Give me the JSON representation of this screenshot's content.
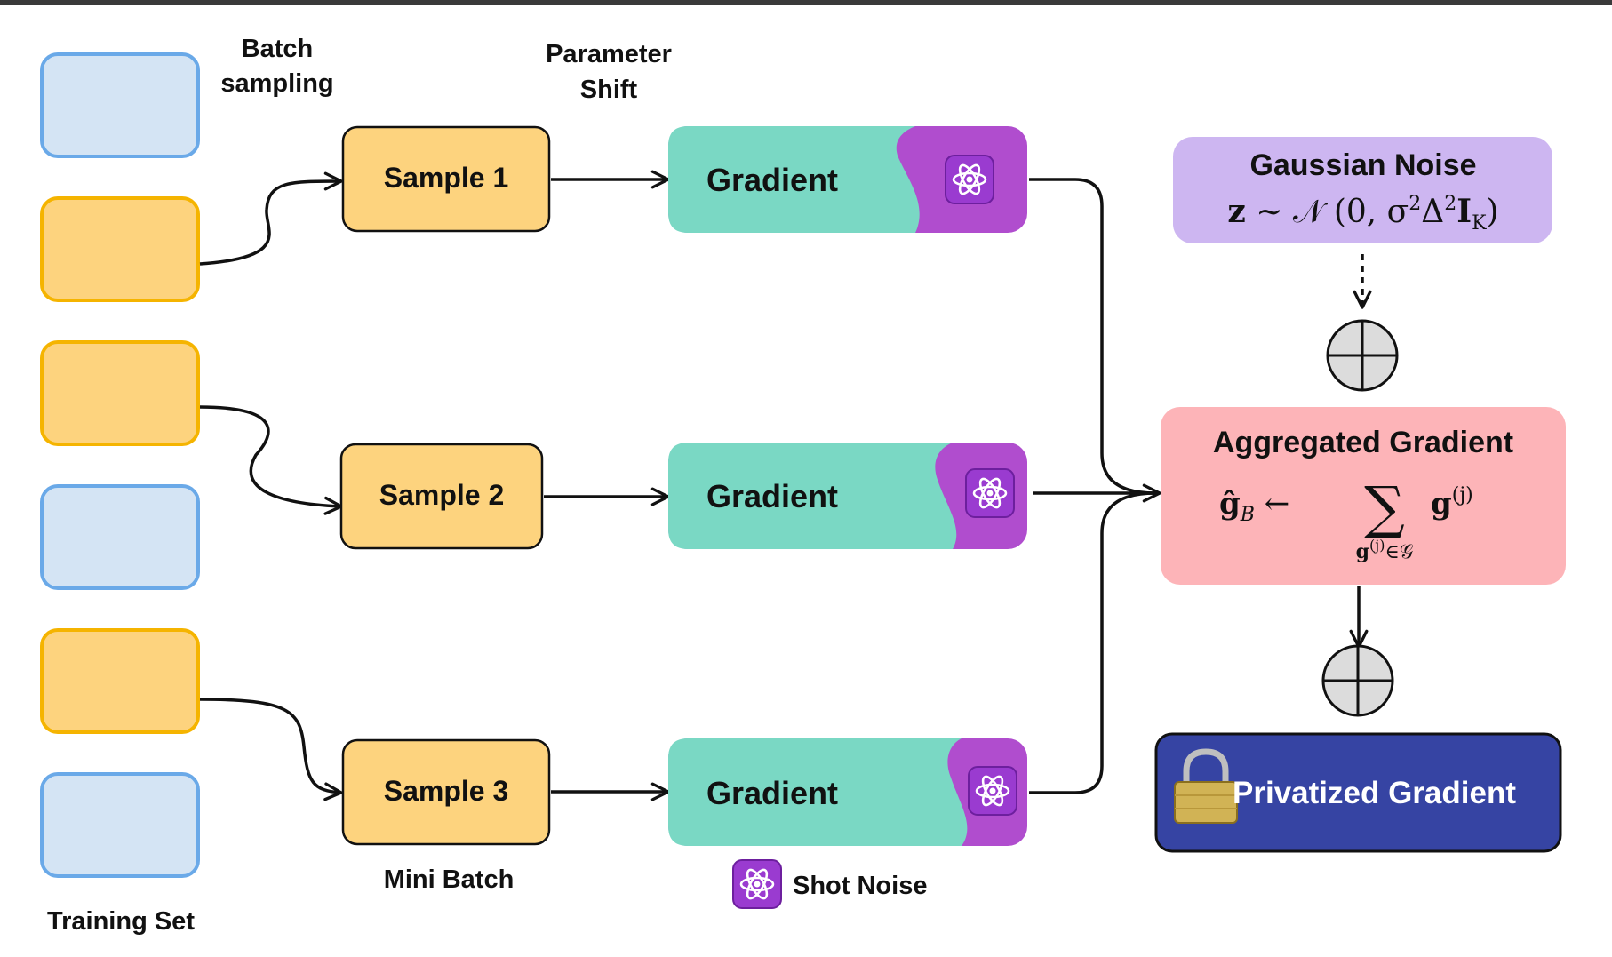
{
  "labels": {
    "batch_sampling_1": "Batch",
    "batch_sampling_2": "sampling",
    "parameter_shift_1": "Parameter",
    "parameter_shift_2": "Shift",
    "training_set": "Training Set",
    "mini_batch": "Mini Batch",
    "shot_noise": "Shot Noise"
  },
  "samples": [
    "Sample 1",
    "Sample 2",
    "Sample 3"
  ],
  "gradients": [
    "Gradient",
    "Gradient",
    "Gradient"
  ],
  "gaussian": {
    "title": "Gaussian Noise",
    "formula": "z ∼ 𝒩 (0, σ²Δ²I_K)"
  },
  "aggregated": {
    "title": "Aggregated Gradient",
    "lhs": "ĝ_B ←",
    "sum": "∑",
    "term": "g^(j)",
    "sub": "g^(j)∈𝒢"
  },
  "privatized": {
    "label": "Privatized Gradient"
  },
  "icons": {
    "atom": "atom-icon",
    "lock": "lock-icon",
    "oplus": "oplus-icon"
  },
  "colors": {
    "training_blue_fill": "#d4e4f4",
    "training_blue_stroke": "#6aa9e8",
    "training_orange_fill": "#fdd37e",
    "training_orange_stroke": "#f5b400",
    "sample_fill": "#fdd37e",
    "gradient_teal": "#7ad8c4",
    "shot_purple": "#b04dce",
    "gaussian_lavender": "#cdb6f1",
    "aggregated_pink": "#fdb4b8",
    "privatized_navy": "#3644a3"
  }
}
